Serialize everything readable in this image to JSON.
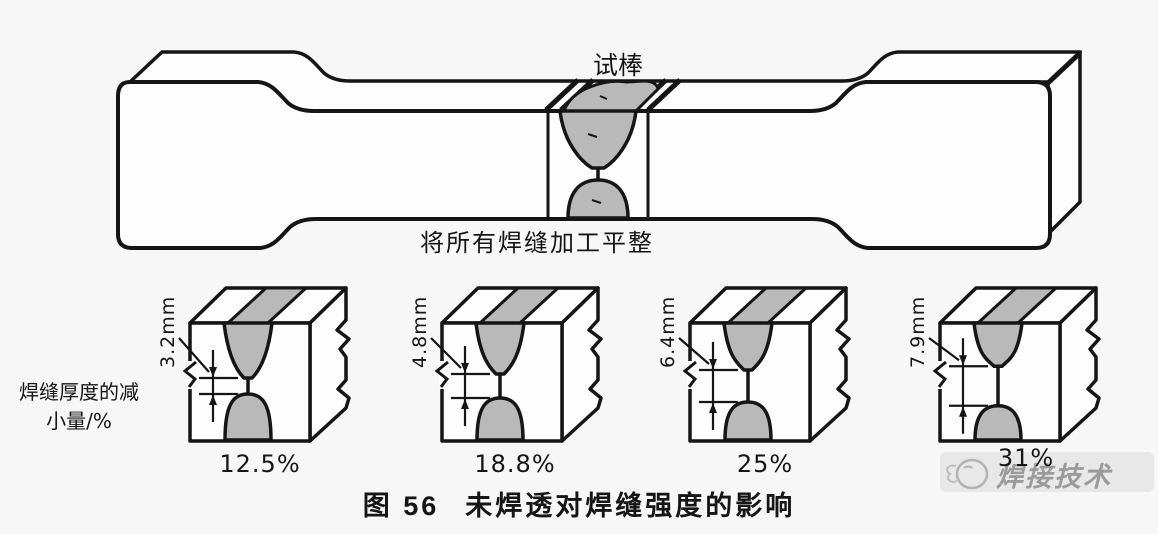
{
  "figure": {
    "specimen_label": "试棒",
    "machining_note": "将所有焊缝加工平整",
    "side_label_line1": "焊缝厚度的减",
    "side_label_line2": "小量/%",
    "caption_figure_no": "图 56",
    "caption_title": "未焊透对焊缝强度的影响",
    "watermark_text": "焊接技术"
  },
  "specimens": [
    {
      "depth_label": "3.2mm",
      "gap_mm": 3.2,
      "strength_reduction": "12.5%"
    },
    {
      "depth_label": "4.8mm",
      "gap_mm": 4.8,
      "strength_reduction": "18.8%"
    },
    {
      "depth_label": "6.4mm",
      "gap_mm": 6.4,
      "strength_reduction": "25%"
    },
    {
      "depth_label": "7.9mm",
      "gap_mm": 7.9,
      "strength_reduction": "31%"
    }
  ],
  "colors": {
    "weld_gray": "#b9b9b9",
    "line_black": "#151515",
    "background": "#f7f7f7",
    "watermark_gray": "#9b9b9b",
    "watermark_band": "#e8e8e8"
  }
}
